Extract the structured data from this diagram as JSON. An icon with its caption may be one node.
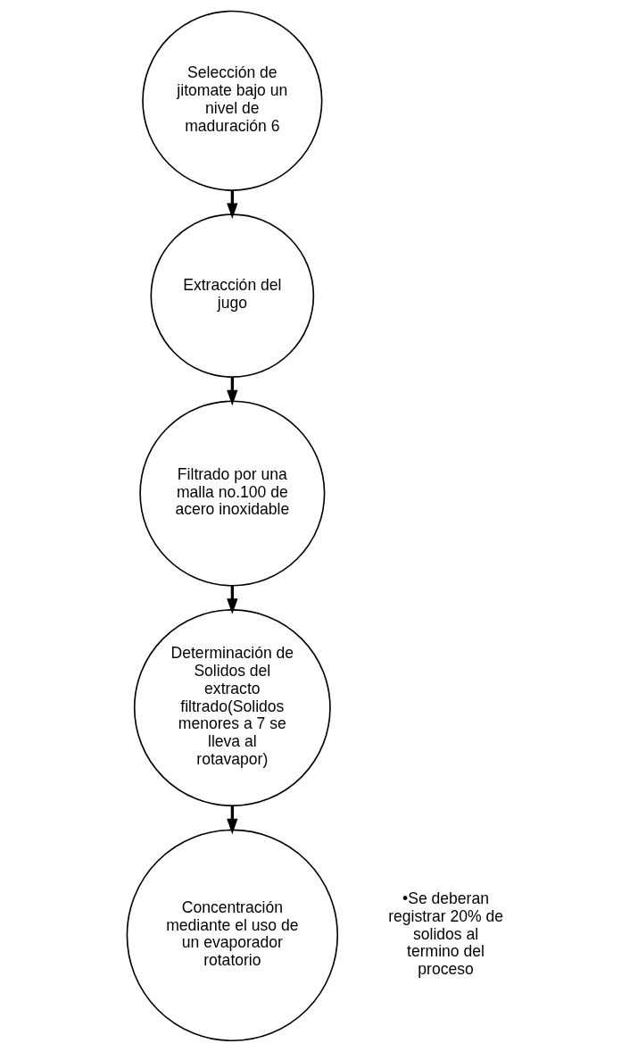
{
  "diagram": {
    "nodes": [
      {
        "text": [
          "Selección de jitomate bajo un nivel de maduración 6"
        ]
      },
      {
        "text": [
          "Extracción del jugo"
        ]
      },
      {
        "text": [
          "Filtrado por una malla no.100 de acero inoxidable"
        ]
      },
      {
        "text": [
          "Determinación de Solidos del extracto filtrado(Solidos menores a 7 se lleva al rotavapor)"
        ]
      },
      {
        "text": [
          "Concentración mediante el uso de un evaporador rotatorio"
        ]
      }
    ],
    "edges": [
      {
        "from": 0,
        "to": 1,
        "arrow": "to"
      },
      {
        "from": 1,
        "to": 2,
        "arrow": "to"
      },
      {
        "from": 2,
        "to": 3,
        "arrow": "to"
      },
      {
        "from": 3,
        "to": 4,
        "arrow": "to"
      }
    ],
    "labels": [
      "•Se deberan registrar 20% de solidos al termino del proceso"
    ]
  }
}
